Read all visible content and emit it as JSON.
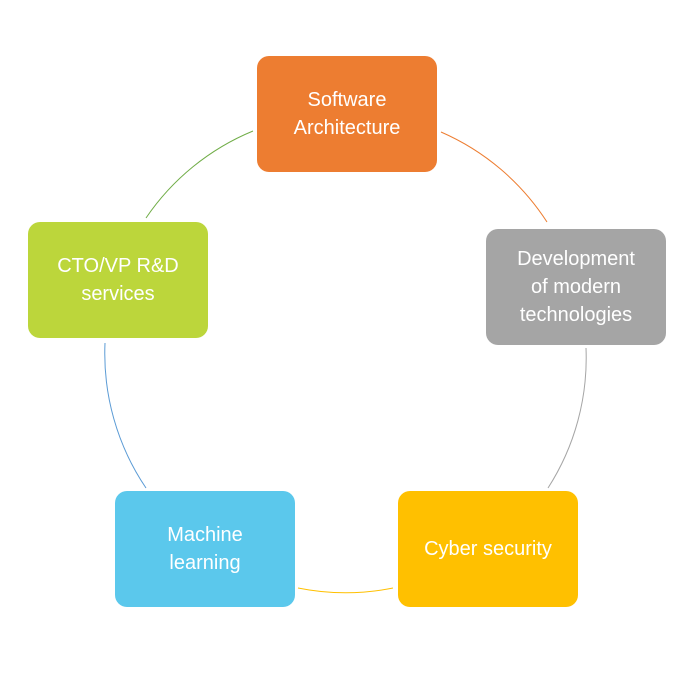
{
  "diagram": {
    "nodes": [
      {
        "label": "Software\nArchitecture",
        "color": "#ED7D31"
      },
      {
        "label": "Development\nof modern\ntechnologies",
        "color": "#A5A5A5"
      },
      {
        "label": "Cyber security",
        "color": "#FFC000"
      },
      {
        "label": "Machine\nlearning",
        "color": "#5BC8EC"
      },
      {
        "label": "CTO/VP R&D\nservices",
        "color": "#BCD63B"
      }
    ],
    "connectors": [
      {
        "from": "Software\nArchitecture",
        "to": "Development\nof modern\ntechnologies",
        "color": "#ED7D31"
      },
      {
        "from": "Development\nof modern\ntechnologies",
        "to": "Cyber security",
        "color": "#A5A5A5"
      },
      {
        "from": "Cyber security",
        "to": "Machine\nlearning",
        "color": "#FFC000"
      },
      {
        "from": "Machine\nlearning",
        "to": "CTO/VP R&D\nservices",
        "color": "#5B9BD5"
      },
      {
        "from": "CTO/VP R&D\nservices",
        "to": "Software\nArchitecture",
        "color": "#70AD47"
      }
    ]
  }
}
